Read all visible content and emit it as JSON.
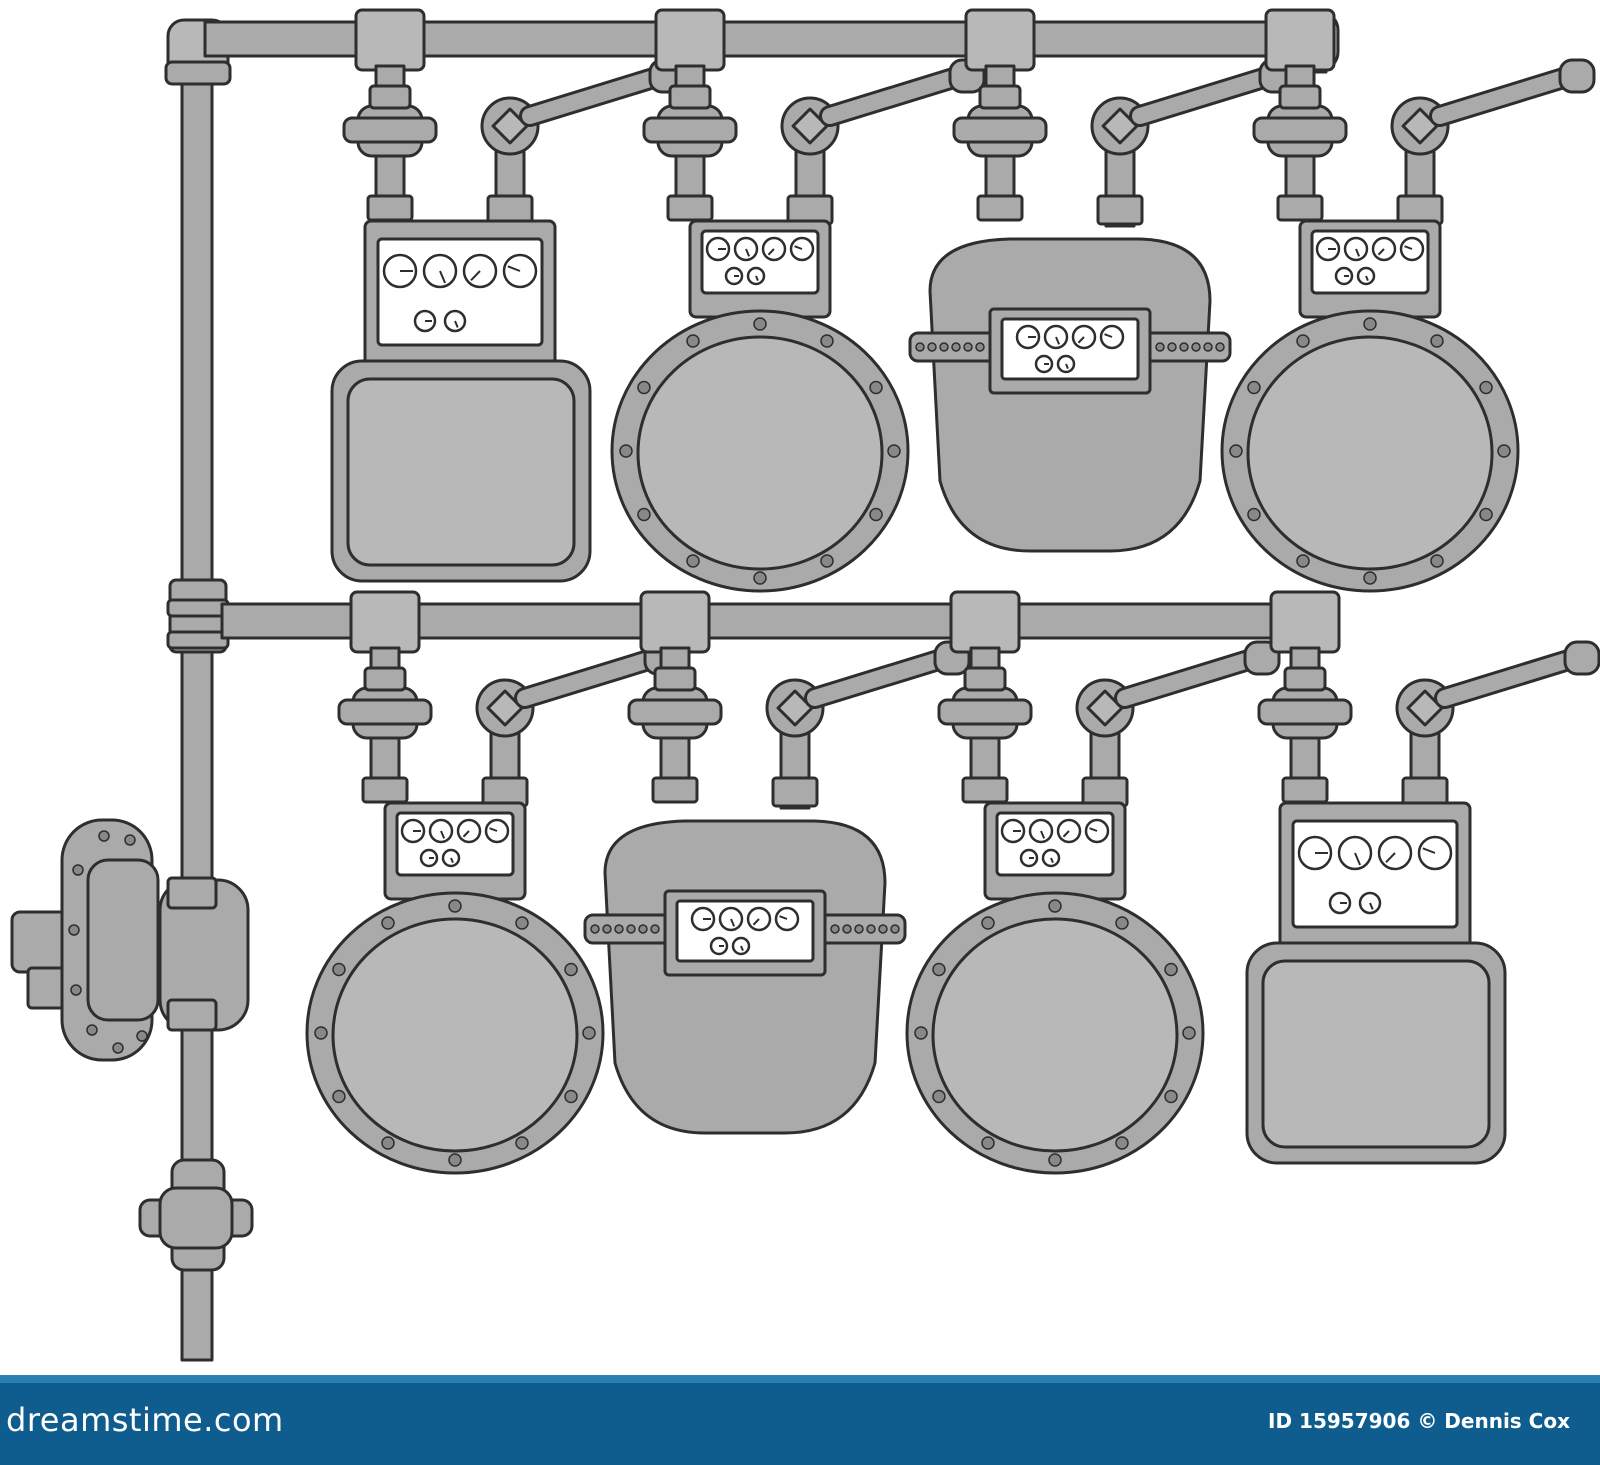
{
  "image": {
    "subject": "gas-meter-bank",
    "colors": {
      "metal": "#aaaaaa",
      "metal_light": "#b6b6b6",
      "outline": "#2e2e2e",
      "dial_face": "#ffffff",
      "background": "#ffffff",
      "footer": "#0f5d8e"
    }
  },
  "footer": {
    "logo_text": "dreamstime.com",
    "credit_text": "ID 15957906 © Dennis Cox"
  }
}
